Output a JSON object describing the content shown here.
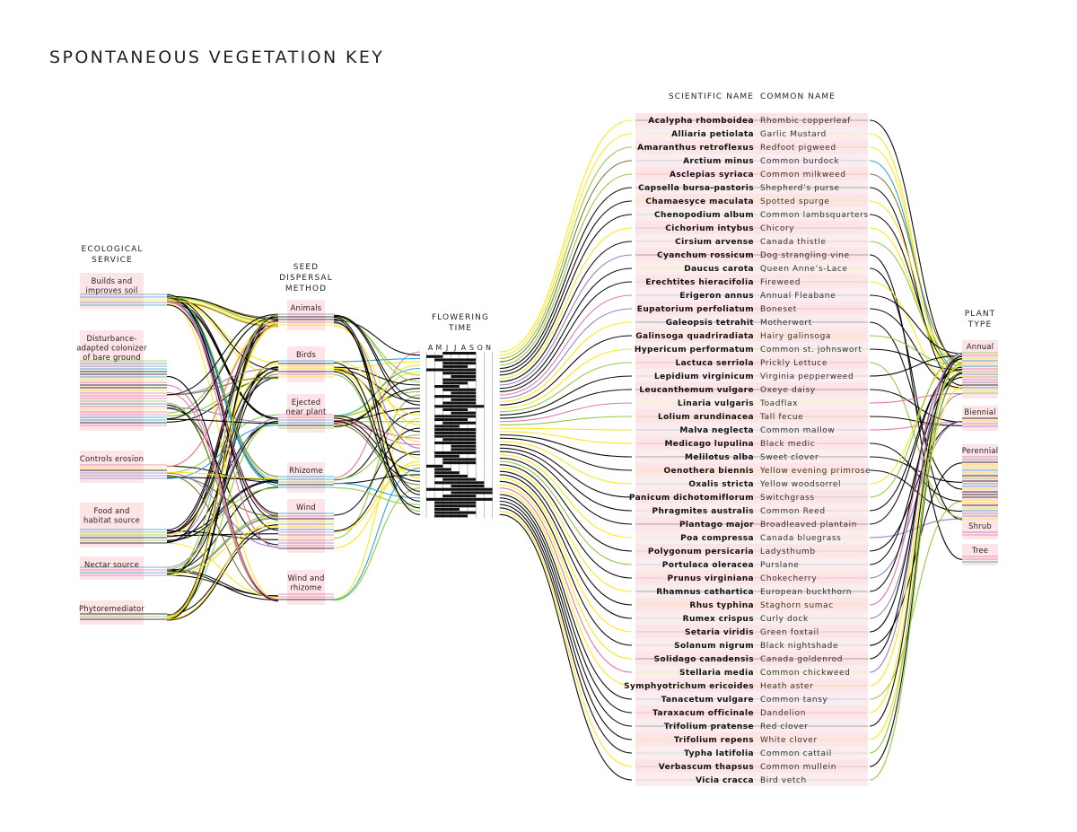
{
  "title": "SPONTANEOUS VEGETATION KEY",
  "headers": {
    "ecological_service": [
      "ECOLOGICAL",
      "SERVICE"
    ],
    "seed_dispersal": [
      "SEED",
      "DISPERSAL",
      "METHOD"
    ],
    "flowering_time": [
      "FLOWERING",
      "TIME"
    ],
    "scientific_name": "SCIENTIFIC NAME",
    "common_name": "COMMON NAME",
    "plant_type": [
      "PLANT",
      "TYPE"
    ]
  },
  "ecological_services": [
    {
      "label": [
        "Builds and",
        "improves soil"
      ]
    },
    {
      "label": [
        "Disturbance-",
        "adapted colonizer",
        "of bare ground"
      ]
    },
    {
      "label": [
        "Controls erosion"
      ]
    },
    {
      "label": [
        "Food and",
        "habitat source"
      ]
    },
    {
      "label": [
        "Nectar source"
      ]
    },
    {
      "label": [
        "Phytoremediator"
      ]
    }
  ],
  "dispersal_methods": [
    {
      "label": [
        "Animals"
      ]
    },
    {
      "label": [
        "Birds"
      ]
    },
    {
      "label": [
        "Ejected",
        "near plant"
      ]
    },
    {
      "label": [
        "Rhizome"
      ]
    },
    {
      "label": [
        "Wind"
      ]
    },
    {
      "label": [
        "Wind and",
        "rhizome"
      ]
    }
  ],
  "months": [
    "A",
    "M",
    "J",
    "J",
    "A",
    "S",
    "O",
    "N"
  ],
  "plant_types": [
    "Annual",
    "Biennial",
    "Perennial",
    "Shrub",
    "Tree"
  ],
  "plants": [
    {
      "sci": "Acalypha rhomboidea",
      "common": "Rhombic copperleaf",
      "bloom": [
        2,
        5
      ]
    },
    {
      "sci": "Alliaria petiolata",
      "common": "Garlic Mustard",
      "bloom": [
        0,
        1
      ]
    },
    {
      "sci": "Amaranthus retroflexus",
      "common": "Redfoot pigweed",
      "bloom": [
        1,
        5
      ]
    },
    {
      "sci": "Arctium minus",
      "common": "Common burdock",
      "bloom": [
        2,
        5
      ]
    },
    {
      "sci": "Asclepias syriaca",
      "common": "Common milkweed",
      "bloom": [
        2,
        4
      ]
    },
    {
      "sci": "Capsella bursa-pastoris",
      "common": "Shepherd’s purse",
      "bloom": [
        0,
        5
      ]
    },
    {
      "sci": "Chamaesyce maculata",
      "common": "Spotted spurge",
      "bloom": [
        2,
        5
      ]
    },
    {
      "sci": "Chenopodium album",
      "common": "Common lambsquarters",
      "bloom": [
        3,
        5
      ]
    },
    {
      "sci": "Cichorium intybus",
      "common": "Chicory",
      "bloom": [
        2,
        5
      ]
    },
    {
      "sci": "Cirsium arvense",
      "common": "Canada thistle",
      "bloom": [
        2,
        4
      ]
    },
    {
      "sci": "Cyanchum rossicum",
      "common": "Dog strangling vine",
      "bloom": [
        1,
        3
      ]
    },
    {
      "sci": "Daucus carota",
      "common": "Queen Anne’s-Lace",
      "bloom": [
        2,
        5
      ]
    },
    {
      "sci": "Erechtites hieracifolia",
      "common": "Fireweed",
      "bloom": [
        3,
        5
      ]
    },
    {
      "sci": "Erigeron annus",
      "common": "Annual Fleabane",
      "bloom": [
        1,
        5
      ]
    },
    {
      "sci": "Eupatorium perfoliatum",
      "common": "Boneset",
      "bloom": [
        3,
        5
      ]
    },
    {
      "sci": "Galeopsis tetrahit",
      "common": "Motherwort",
      "bloom": [
        2,
        5
      ]
    },
    {
      "sci": "Galinsoga quadriradiata",
      "common": "Hairy galinsoga",
      "bloom": [
        1,
        6
      ]
    },
    {
      "sci": "Hypericum performatum",
      "common": "Common st. johnswort",
      "bloom": [
        2,
        4
      ]
    },
    {
      "sci": "Lactuca serriola",
      "common": "Prickly Lettuce",
      "bloom": [
        3,
        5
      ]
    },
    {
      "sci": "Lepidium virginicum",
      "common": "Virginia pepperweed",
      "bloom": [
        1,
        5
      ]
    },
    {
      "sci": "Leucanthemum vulgare",
      "common": "Oxeye daisy",
      "bloom": [
        1,
        4
      ]
    },
    {
      "sci": "Linaria vulgaris",
      "common": "Toadflax",
      "bloom": [
        2,
        5
      ]
    },
    {
      "sci": "Lolium arundinacea",
      "common": "Tall fecue",
      "bloom": [
        1,
        3
      ]
    },
    {
      "sci": "Malva neglecta",
      "common": "Common mallow",
      "bloom": [
        1,
        5
      ]
    },
    {
      "sci": "Medicago lupulina",
      "common": "Black medic",
      "bloom": [
        1,
        5
      ]
    },
    {
      "sci": "Melilotus alba",
      "common": "Sweet clover",
      "bloom": [
        1,
        5
      ]
    },
    {
      "sci": "Oenothera biennis",
      "common": "Yellow evening primrose",
      "bloom": [
        2,
        5
      ]
    },
    {
      "sci": "Oxalis stricta",
      "common": "Yellow woodsorrel",
      "bloom": [
        1,
        5
      ]
    },
    {
      "sci": "Panicum dichotomiflorum",
      "common": "Switchgrass",
      "bloom": [
        3,
        5
      ]
    },
    {
      "sci": "Phragmites australis",
      "common": "Common Reed",
      "bloom": [
        3,
        5
      ]
    },
    {
      "sci": "Plantago major",
      "common": "Broadleaved plantain",
      "bloom": [
        1,
        5
      ]
    },
    {
      "sci": "Poa compressa",
      "common": "Canada bluegrass",
      "bloom": [
        1,
        3
      ]
    },
    {
      "sci": "Polygonum persicaria",
      "common": "Ladysthumb",
      "bloom": [
        2,
        5
      ]
    },
    {
      "sci": "Portulaca oleracea",
      "common": "Purslane",
      "bloom": [
        2,
        5
      ]
    },
    {
      "sci": "Prunus virginiana",
      "common": "Chokecherry",
      "bloom": [
        0,
        1
      ]
    },
    {
      "sci": "Rhamnus cathartica",
      "common": "European buckthorn",
      "bloom": [
        1,
        2
      ]
    },
    {
      "sci": "Rhus typhina",
      "common": "Staghorn sumac",
      "bloom": [
        1,
        3
      ]
    },
    {
      "sci": "Rumex crispus",
      "common": "Curly dock",
      "bloom": [
        1,
        4
      ]
    },
    {
      "sci": "Setaria viridis",
      "common": "Green foxtail",
      "bloom": [
        2,
        5
      ]
    },
    {
      "sci": "Solanum nigrum",
      "common": "Black nightshade",
      "bloom": [
        1,
        6
      ]
    },
    {
      "sci": "Solidago canadensis",
      "common": "Canada goldenrod",
      "bloom": [
        3,
        6
      ]
    },
    {
      "sci": "Stellaria media",
      "common": "Common chickweed",
      "bloom": [
        0,
        7
      ]
    },
    {
      "sci": "Symphyotrichum ericoides",
      "common": "Heath aster",
      "bloom": [
        3,
        7
      ]
    },
    {
      "sci": "Tanacetum vulgare",
      "common": "Common tansy",
      "bloom": [
        2,
        5
      ]
    },
    {
      "sci": "Taraxacum officinale",
      "common": "Dandelion",
      "bloom": [
        0,
        7
      ]
    },
    {
      "sci": "Trifolium pratense",
      "common": "Red clover",
      "bloom": [
        1,
        5
      ]
    },
    {
      "sci": "Trifolium repens",
      "common": "White clover",
      "bloom": [
        1,
        5
      ]
    },
    {
      "sci": "Typha latifolia",
      "common": "Common cattail",
      "bloom": [
        1,
        3
      ]
    },
    {
      "sci": "Verbascum thapsus",
      "common": "Common mullein",
      "bloom": [
        1,
        5
      ]
    },
    {
      "sci": "Vicia cracca",
      "common": "Bird vetch",
      "bloom": [
        1,
        4
      ]
    }
  ],
  "colors": {
    "label_bg": "#fde4e6",
    "text": "#231f20",
    "line_palette": [
      "#000000",
      "#ffe512",
      "#8dc63f",
      "#8e7cc3",
      "#e46fa8",
      "#1ba1d6",
      "#bdbdbd",
      "#7c6f2e"
    ]
  }
}
